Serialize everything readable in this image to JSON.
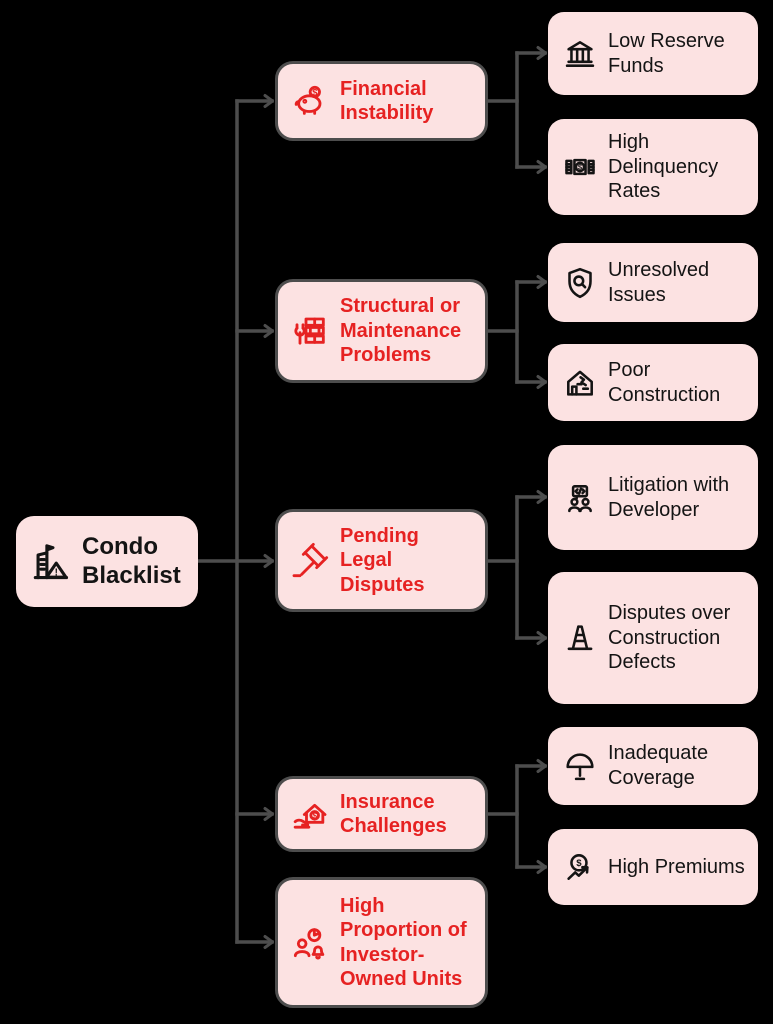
{
  "colors": {
    "background": "#000000",
    "node_fill": "#fce2e2",
    "branch_text": "#e62222",
    "leaf_text": "#141414",
    "root_text": "#141414",
    "connector": "#4d4d4d"
  },
  "root": {
    "label": "Condo Blacklist",
    "icon": "building-warning-icon"
  },
  "branches": [
    {
      "label": "Financial Instability",
      "icon": "piggy-bank-icon",
      "children": [
        {
          "label": "Low Reserve Funds",
          "icon": "bank-icon"
        },
        {
          "label": "High Delinquency Rates",
          "icon": "banknotes-icon"
        }
      ]
    },
    {
      "label": "Structural or Maintenance Problems",
      "icon": "building-wrench-icon",
      "children": [
        {
          "label": "Unresolved Issues",
          "icon": "shield-search-icon"
        },
        {
          "label": "Poor Construction",
          "icon": "cracked-house-icon"
        }
      ]
    },
    {
      "label": "Pending Legal Disputes",
      "icon": "gavel-icon",
      "children": [
        {
          "label": "Litigation with Developer",
          "icon": "developers-chat-icon"
        },
        {
          "label": "Disputes over Construction Defects",
          "icon": "traffic-cone-icon"
        }
      ]
    },
    {
      "label": "Insurance Challenges",
      "icon": "house-insurance-icon",
      "children": [
        {
          "label": "Inadequate Coverage",
          "icon": "umbrella-icon"
        },
        {
          "label": "High Premiums",
          "icon": "dollar-trend-icon"
        }
      ]
    },
    {
      "label": "High Proportion of Investor-Owned Units",
      "icon": "investor-pie-bell-icon",
      "children": []
    }
  ]
}
